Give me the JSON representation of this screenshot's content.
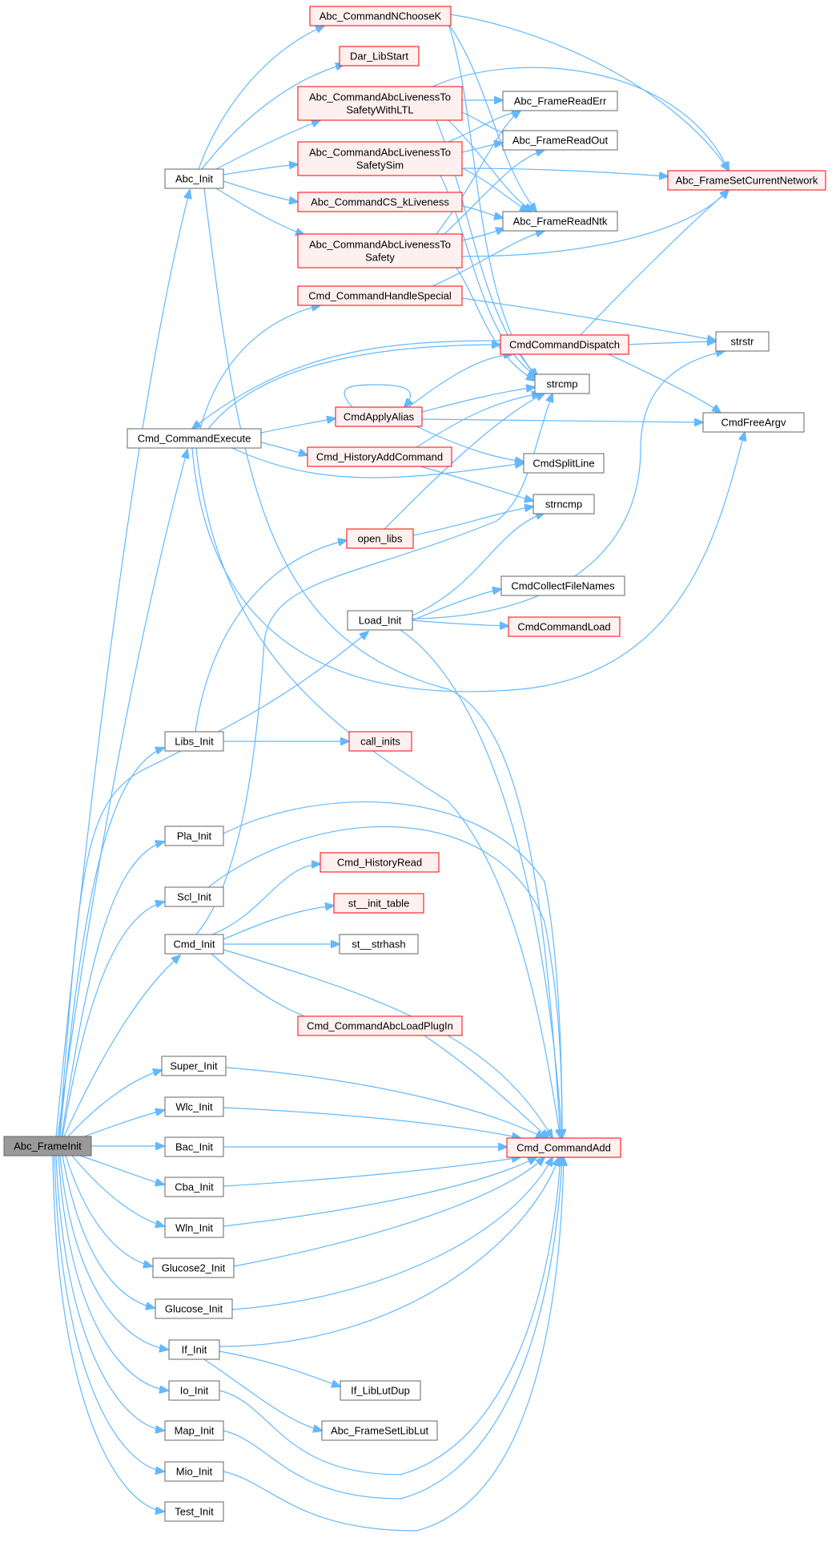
{
  "colors": {
    "edge": "#63b8ff",
    "root_fill": "#999999",
    "red_border": "#ff0000",
    "red_fill": "#fff0f0",
    "plain_border": "#666666"
  },
  "nodes": [
    {
      "id": "Abc_FrameInit",
      "label": [
        "Abc_FrameInit"
      ],
      "style": "root"
    },
    {
      "id": "Abc_Init",
      "label": [
        "Abc_Init"
      ],
      "style": "plain"
    },
    {
      "id": "Cmd_CommandExecute",
      "label": [
        "Cmd_CommandExecute"
      ],
      "style": "plain"
    },
    {
      "id": "Libs_Init",
      "label": [
        "Libs_Init"
      ],
      "style": "plain"
    },
    {
      "id": "Pla_Init",
      "label": [
        "Pla_Init"
      ],
      "style": "plain"
    },
    {
      "id": "Scl_Init",
      "label": [
        "Scl_Init"
      ],
      "style": "plain"
    },
    {
      "id": "Cmd_Init",
      "label": [
        "Cmd_Init"
      ],
      "style": "plain"
    },
    {
      "id": "Super_Init",
      "label": [
        "Super_Init"
      ],
      "style": "plain"
    },
    {
      "id": "Wlc_Init",
      "label": [
        "Wlc_Init"
      ],
      "style": "plain"
    },
    {
      "id": "Bac_Init",
      "label": [
        "Bac_Init"
      ],
      "style": "plain"
    },
    {
      "id": "Cba_Init",
      "label": [
        "Cba_Init"
      ],
      "style": "plain"
    },
    {
      "id": "Wln_Init",
      "label": [
        "Wln_Init"
      ],
      "style": "plain"
    },
    {
      "id": "Glucose2_Init",
      "label": [
        "Glucose2_Init"
      ],
      "style": "plain"
    },
    {
      "id": "Glucose_Init",
      "label": [
        "Glucose_Init"
      ],
      "style": "plain"
    },
    {
      "id": "If_Init",
      "label": [
        "If_Init"
      ],
      "style": "plain"
    },
    {
      "id": "Io_Init",
      "label": [
        "Io_Init"
      ],
      "style": "plain"
    },
    {
      "id": "Map_Init",
      "label": [
        "Map_Init"
      ],
      "style": "plain"
    },
    {
      "id": "Mio_Init",
      "label": [
        "Mio_Init"
      ],
      "style": "plain"
    },
    {
      "id": "Test_Init",
      "label": [
        "Test_Init"
      ],
      "style": "plain"
    },
    {
      "id": "Abc_CommandNChooseK",
      "label": [
        "Abc_CommandNChooseK"
      ],
      "style": "red"
    },
    {
      "id": "Dar_LibStart",
      "label": [
        "Dar_LibStart"
      ],
      "style": "red"
    },
    {
      "id": "Abc_CommandAbcLivenessToSafetyWithLTL",
      "label": [
        "Abc_CommandAbcLivenessTo",
        "SafetyWithLTL"
      ],
      "style": "red"
    },
    {
      "id": "Abc_CommandAbcLivenessToSafetySim",
      "label": [
        "Abc_CommandAbcLivenessTo",
        "SafetySim"
      ],
      "style": "red"
    },
    {
      "id": "Abc_CommandCS_kLiveness",
      "label": [
        "Abc_CommandCS_kLiveness"
      ],
      "style": "red"
    },
    {
      "id": "Abc_CommandAbcLivenessToSafety",
      "label": [
        "Abc_CommandAbcLivenessTo",
        "Safety"
      ],
      "style": "red"
    },
    {
      "id": "Cmd_CommandHandleSpecial",
      "label": [
        "Cmd_CommandHandleSpecial"
      ],
      "style": "red"
    },
    {
      "id": "CmdApplyAlias",
      "label": [
        "CmdApplyAlias"
      ],
      "style": "red"
    },
    {
      "id": "Cmd_HistoryAddCommand",
      "label": [
        "Cmd_HistoryAddCommand"
      ],
      "style": "red"
    },
    {
      "id": "open_libs",
      "label": [
        "open_libs"
      ],
      "style": "red"
    },
    {
      "id": "Load_Init",
      "label": [
        "Load_Init"
      ],
      "style": "plain"
    },
    {
      "id": "call_inits",
      "label": [
        "call_inits"
      ],
      "style": "red"
    },
    {
      "id": "Cmd_HistoryRead",
      "label": [
        "Cmd_HistoryRead"
      ],
      "style": "red"
    },
    {
      "id": "st__init_table",
      "label": [
        "st__init_table"
      ],
      "style": "red"
    },
    {
      "id": "st__strhash",
      "label": [
        "st__strhash"
      ],
      "style": "plain"
    },
    {
      "id": "Cmd_CommandAbcLoadPlugIn",
      "label": [
        "Cmd_CommandAbcLoadPlugIn"
      ],
      "style": "red"
    },
    {
      "id": "If_LibLutDup",
      "label": [
        "If_LibLutDup"
      ],
      "style": "plain"
    },
    {
      "id": "Abc_FrameSetLibLut",
      "label": [
        "Abc_FrameSetLibLut"
      ],
      "style": "plain"
    },
    {
      "id": "Abc_FrameReadErr",
      "label": [
        "Abc_FrameReadErr"
      ],
      "style": "plain"
    },
    {
      "id": "Abc_FrameReadOut",
      "label": [
        "Abc_FrameReadOut"
      ],
      "style": "plain"
    },
    {
      "id": "Abc_FrameReadNtk",
      "label": [
        "Abc_FrameReadNtk"
      ],
      "style": "plain"
    },
    {
      "id": "CmdCommandDispatch",
      "label": [
        "CmdCommandDispatch"
      ],
      "style": "red"
    },
    {
      "id": "strcmp",
      "label": [
        "strcmp"
      ],
      "style": "plain"
    },
    {
      "id": "CmdSplitLine",
      "label": [
        "CmdSplitLine"
      ],
      "style": "plain"
    },
    {
      "id": "strncmp",
      "label": [
        "strncmp"
      ],
      "style": "plain"
    },
    {
      "id": "CmdCollectFileNames",
      "label": [
        "CmdCollectFileNames"
      ],
      "style": "plain"
    },
    {
      "id": "CmdCommandLoad",
      "label": [
        "CmdCommandLoad"
      ],
      "style": "red"
    },
    {
      "id": "Cmd_CommandAdd",
      "label": [
        "Cmd_CommandAdd"
      ],
      "style": "red"
    },
    {
      "id": "Abc_FrameSetCurrentNetwork",
      "label": [
        "Abc_FrameSetCurrentNetwork"
      ],
      "style": "red"
    },
    {
      "id": "strstr",
      "label": [
        "strstr"
      ],
      "style": "plain"
    },
    {
      "id": "CmdFreeArgv",
      "label": [
        "CmdFreeArgv"
      ],
      "style": "plain"
    }
  ]
}
